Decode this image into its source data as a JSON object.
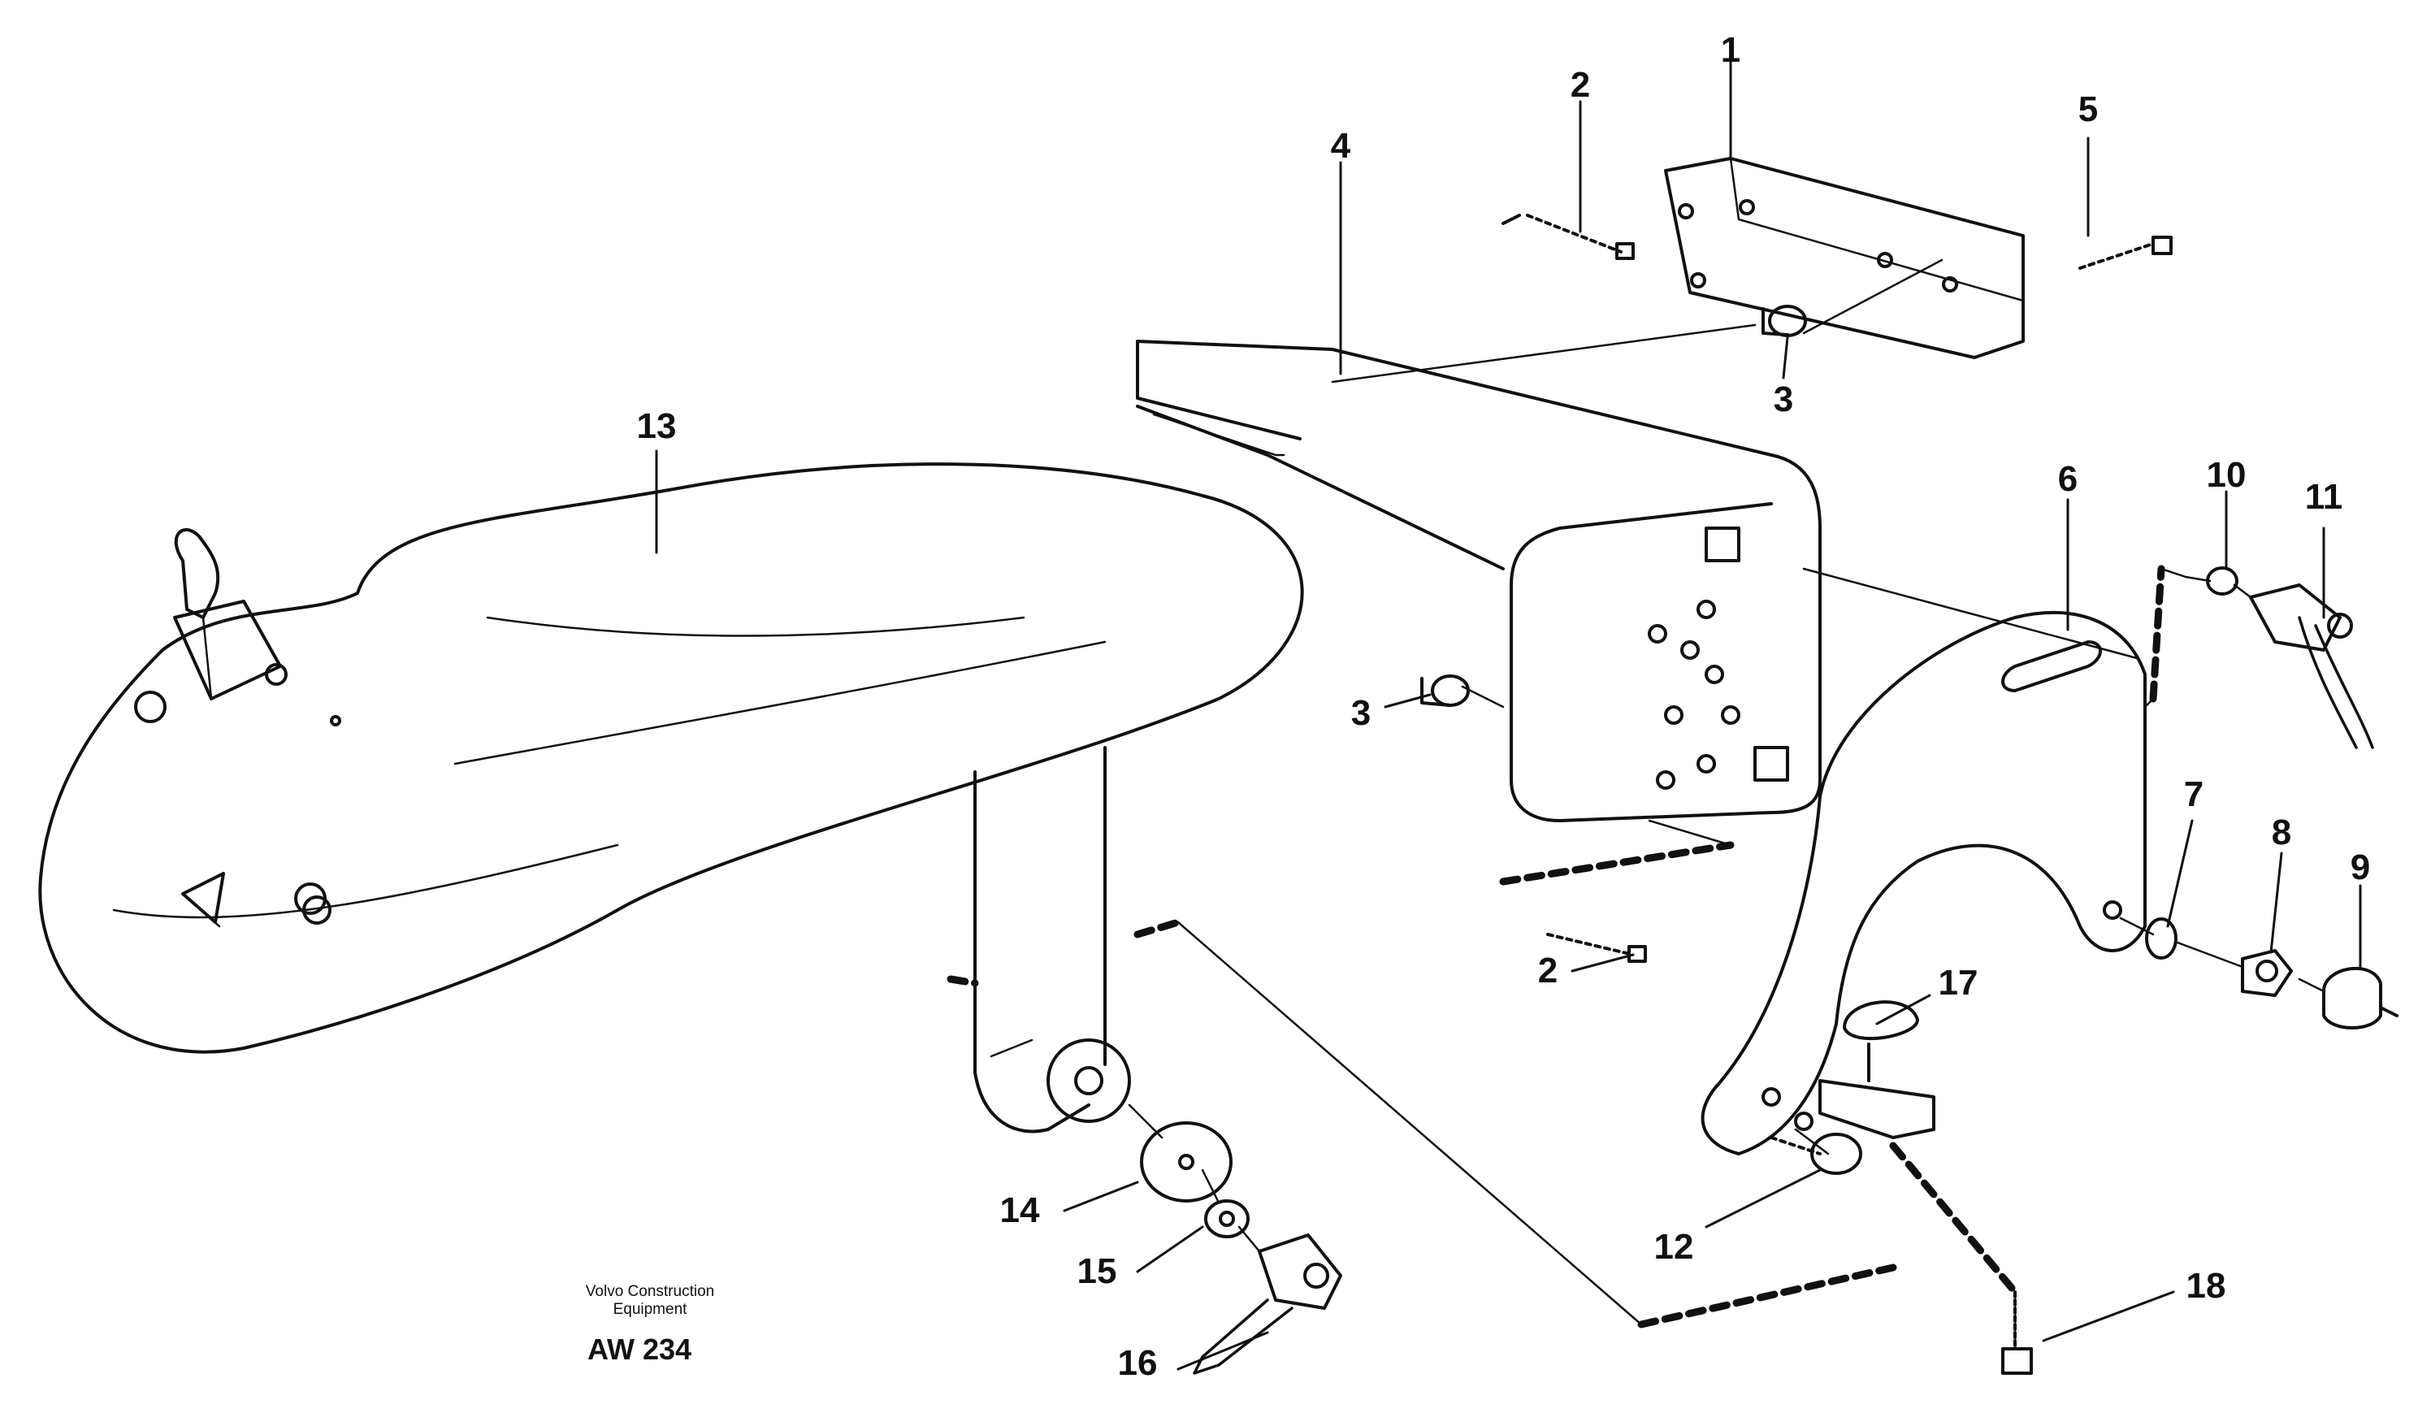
{
  "credit": {
    "line1": "Volvo Construction",
    "line2": "Equipment"
  },
  "drawing_number": "AW 234",
  "callouts": [
    {
      "id": "c1",
      "label": "1"
    },
    {
      "id": "c2a",
      "label": "2"
    },
    {
      "id": "c2b",
      "label": "2"
    },
    {
      "id": "c3a",
      "label": "3"
    },
    {
      "id": "c3b",
      "label": "3"
    },
    {
      "id": "c4",
      "label": "4"
    },
    {
      "id": "c5",
      "label": "5"
    },
    {
      "id": "c6",
      "label": "6"
    },
    {
      "id": "c7",
      "label": "7"
    },
    {
      "id": "c8",
      "label": "8"
    },
    {
      "id": "c9",
      "label": "9"
    },
    {
      "id": "c10",
      "label": "10"
    },
    {
      "id": "c11",
      "label": "11"
    },
    {
      "id": "c12",
      "label": "12"
    },
    {
      "id": "c13",
      "label": "13"
    },
    {
      "id": "c14",
      "label": "14"
    },
    {
      "id": "c15",
      "label": "15"
    },
    {
      "id": "c16",
      "label": "16"
    },
    {
      "id": "c17",
      "label": "17"
    },
    {
      "id": "c18",
      "label": "18"
    }
  ],
  "colors": {
    "ink": "#111111",
    "paper": "#ffffff"
  }
}
